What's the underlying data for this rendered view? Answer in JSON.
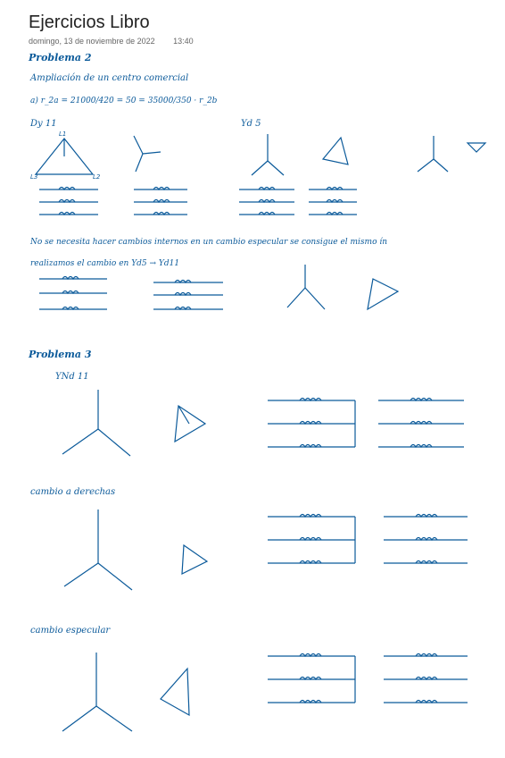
{
  "page": {
    "title": "Ejercicios Libro",
    "date": "domingo, 13 de noviembre de 2022",
    "time": "13:40"
  },
  "notes": {
    "p2_heading": "Problema 2",
    "p2_subtitle": "Ampliación de un centro comercial",
    "p2_equation": "a) r_2a = 21000/420 = 50 = 35000/350 · r_2b",
    "p2_label_dy11": "Dy 11",
    "p2_label_yd5": "Yd 5",
    "p2_note_line1": "No se necesita hacer cambios internos en un cambio especular se consigue el mismo ín",
    "p2_note_line2": "realizamos el cambio en Yd5 → Yd11",
    "p3_heading": "Problema 3",
    "p3_label_ynd11": "YNd 11",
    "p3_label_derechas": "cambio a derechas",
    "p3_label_especular": "cambio especular"
  }
}
